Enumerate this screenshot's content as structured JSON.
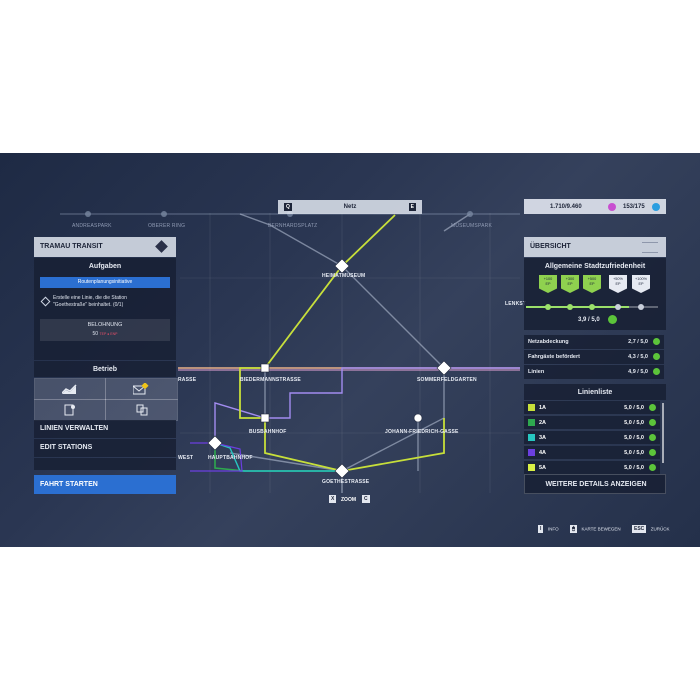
{
  "map": {
    "top_stations": [
      "ANDREASPARK",
      "OBERER RING",
      "BERNHARDSPLATZ",
      "MUSEUMSPARK"
    ],
    "stations": {
      "heimatmuseum": "HEIMATMUSEUM",
      "biedermann": "BIEDERMANNSTRASSE",
      "sommerfeld": "SOMMERFELDGARTEN",
      "busbahnhof": "BUSBAHNHOF",
      "johann": "JOHANN-FRIEDRICH-GASSE",
      "west": "WEST",
      "hauptbahnhof": "HAUPTBAHNHOF",
      "goethe": "GOETHESTRASSE",
      "left_cut": "RASSE",
      "right_cut": "LENKST"
    },
    "line_colors": {
      "1A": "#c7df3a",
      "2A": "#2ea84f",
      "3A": "#27c6c0",
      "4A": "#6b3fe0",
      "5A": "#d9ef46"
    }
  },
  "filter_bar": {
    "prev_key": "Q",
    "label": "Netz",
    "next_key": "E"
  },
  "zoom_bar": {
    "out_key": "X",
    "label": "ZOOM",
    "in_key": "C"
  },
  "resources": {
    "money": "1.710/9.460",
    "passengers": "153/175"
  },
  "left_panel": {
    "company": "TRAMAU TRANSIT",
    "tasks_title": "Aufgaben",
    "task_category": "Routenplanungsinitiative",
    "task_text_1": "Erstelle eine Linie, die die Station",
    "task_text_2": "\"Goethestraße\" beinhaltet. (0/1)",
    "reward_title": "BELOHNUNG",
    "reward_value": "50",
    "reward_unit": "TEP ● ENP",
    "operation_title": "Betrieb",
    "menu_lines": "LINIEN VERWALTEN",
    "menu_stations": "EDIT STATIONS",
    "start_ride": "FAHRT STARTEN"
  },
  "right_panel": {
    "title": "ÜBERSICHT",
    "satisfaction_title": "Allgemeine Stadtzufriedenheit",
    "milestones": [
      {
        "top": "+100",
        "bot": "EP"
      },
      {
        "top": "+300",
        "bot": "EP"
      },
      {
        "top": "+500",
        "bot": "EP"
      },
      {
        "top": "+50%",
        "bot": "EP"
      },
      {
        "top": "+100%",
        "bot": "EP"
      }
    ],
    "satisfaction_score": "3,9 / 5,0",
    "satisfaction_progress": 0.78,
    "metrics": [
      {
        "label": "Netzabdeckung",
        "value": "2,7 / 5,0"
      },
      {
        "label": "Fahrgäste befördert",
        "value": "4,3 / 5,0"
      },
      {
        "label": "Linien",
        "value": "4,9 / 5,0"
      }
    ],
    "lines_title": "Linienliste",
    "lines": [
      {
        "name": "1A",
        "value": "5,0 / 5,0",
        "color": "#c7df3a"
      },
      {
        "name": "2A",
        "value": "5,0 / 5,0",
        "color": "#2ea84f"
      },
      {
        "name": "3A",
        "value": "5,0 / 5,0",
        "color": "#27c6c0"
      },
      {
        "name": "4A",
        "value": "5,0 / 5,0",
        "color": "#6b3fe0"
      },
      {
        "name": "5A",
        "value": "5,0 / 5,0",
        "color": "#d9ef46"
      }
    ],
    "details_button": "WEITERE DETAILS ANZEIGEN"
  },
  "hints": [
    {
      "key": "I",
      "label": "INFO"
    },
    {
      "key": "🖱",
      "label": "KARTE BEWEGEN"
    },
    {
      "key": "ESC",
      "label": "ZURÜCK"
    }
  ]
}
